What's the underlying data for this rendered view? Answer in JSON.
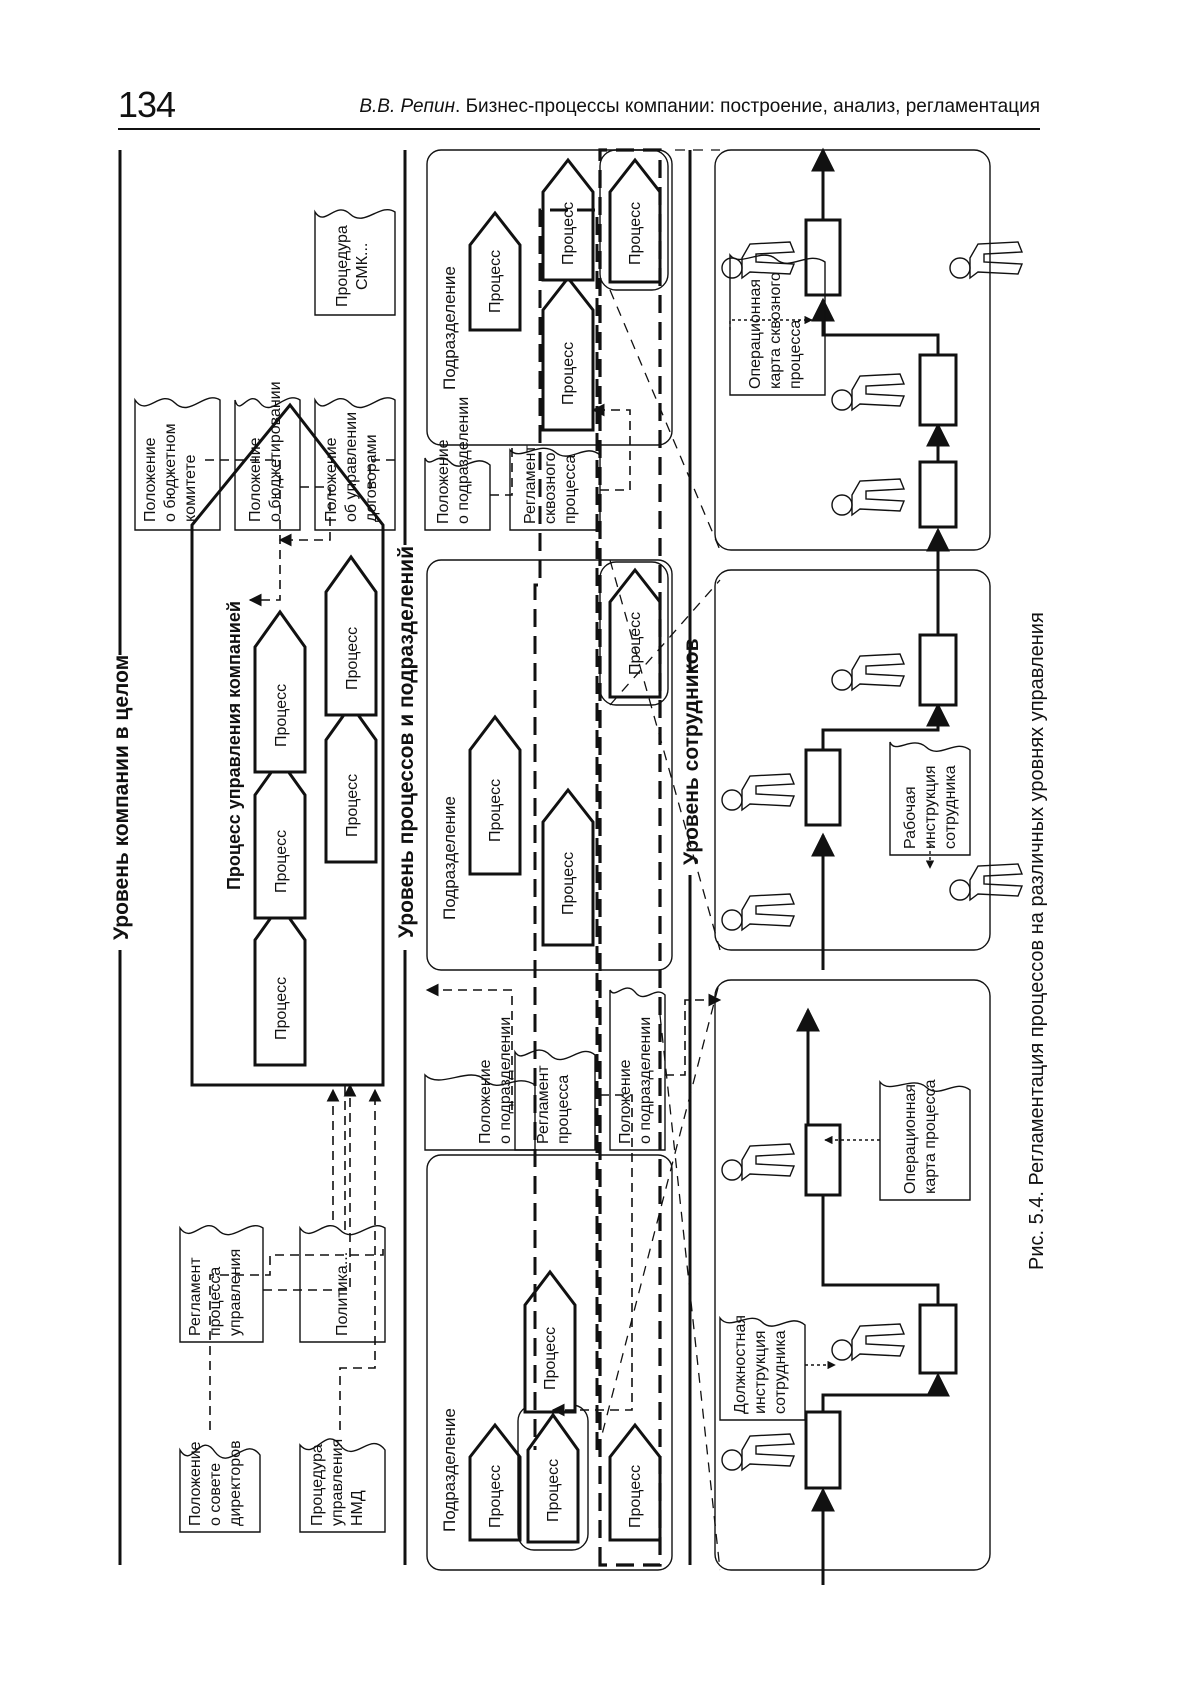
{
  "header": {
    "page_number": "134",
    "author": "В.В. Репин",
    "title": ". Бизнес-процессы компании: построение, анализ, регламентация"
  },
  "levels": {
    "company": "Уровень компании в целом",
    "processes": "Уровень процессов и подразделений",
    "employees": "Уровень сотрудников"
  },
  "company_level": {
    "main_process_title": "Процесс управления компанией",
    "process_label": "Процесс",
    "documents": {
      "board": [
        "Положение",
        "о совете",
        "директоров"
      ],
      "nmd": [
        "Процедура",
        "управления",
        "НМД"
      ],
      "mgmt_reg": [
        "Регламент",
        "процесса",
        "управления"
      ],
      "policy": [
        "Политика..."
      ],
      "budget_committee": [
        "Положение",
        "о бюджетном",
        "комитете"
      ],
      "budgeting": [
        "Положение",
        "о бюджетировании"
      ],
      "contracts": [
        "Положение",
        "об управлении",
        "договорами"
      ],
      "qms": [
        "Процедура",
        "СМК..."
      ]
    }
  },
  "process_level": {
    "department_label": "Подразделение",
    "process_label": "Процесс",
    "documents": {
      "dept_reg_1": [
        "Положение",
        "о подразделении"
      ],
      "proc_reg": [
        "Регламент",
        "процесса"
      ],
      "dept_reg_2": [
        "Положение",
        "о подразделении"
      ],
      "dept_reg_3": [
        "Положение",
        "о подразделении"
      ],
      "e2e_reg": [
        "Регламент",
        "сквозного",
        "процесса"
      ]
    }
  },
  "employee_level": {
    "documents": {
      "job_desc": [
        "Должностная",
        "инструкция",
        "сотрудника"
      ],
      "op_map": [
        "Операционная",
        "карта процесса"
      ],
      "work_instr": [
        "Рабочая",
        "инструкция",
        "сотрудника"
      ],
      "e2e_op_map": [
        "Операционная",
        "карта сквозного",
        "процесса"
      ]
    }
  },
  "caption": "Рис. 5.4. Регламентация процессов на различных уровнях управления"
}
